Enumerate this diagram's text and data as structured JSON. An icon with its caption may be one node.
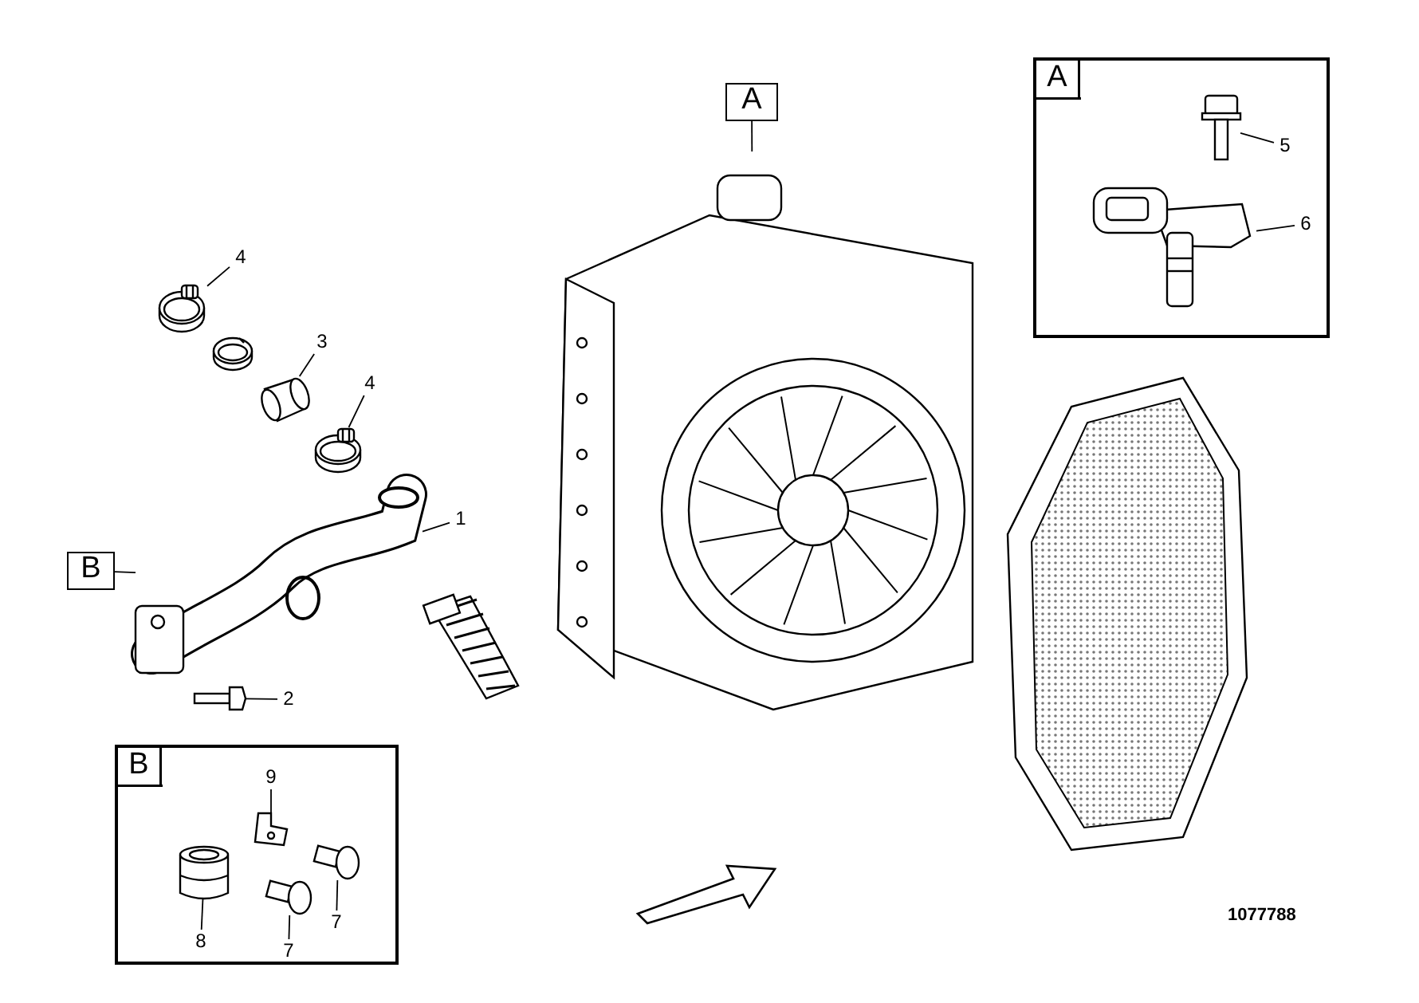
{
  "diagram": {
    "nodes": [
      {
        "text": [
          "A"
        ]
      },
      {
        "text": [
          "5"
        ],
        "in": 0
      },
      {
        "text": [
          "6"
        ],
        "in": 0
      },
      {
        "text": [],
        "shape": "picture",
        "in": 0
      },
      {
        "text": [],
        "shape": "picture",
        "in": 0
      },
      {
        "text": [
          "B"
        ]
      },
      {
        "text": [
          "9"
        ],
        "in": 5
      },
      {
        "text": [
          "7"
        ],
        "in": 5
      },
      {
        "text": [
          "8"
        ],
        "in": 5
      },
      {
        "text": [
          "7"
        ],
        "in": 5
      },
      {
        "text": [],
        "shape": "picture",
        "in": 5
      },
      {
        "text": [],
        "shape": "picture",
        "in": 5
      },
      {
        "text": [],
        "shape": "picture",
        "in": 5
      },
      {
        "text": [],
        "shape": "picture",
        "in": 5
      },
      {
        "text": [
          "A"
        ]
      },
      {
        "text": [
          "B"
        ]
      },
      {
        "text": [
          "4"
        ]
      },
      {
        "text": [
          "3"
        ]
      },
      {
        "text": [
          "4"
        ]
      },
      {
        "text": [
          "1"
        ]
      },
      {
        "text": [
          "2"
        ]
      },
      {
        "text": [],
        "shape": "picture"
      },
      {
        "text": [],
        "shape": "picture"
      },
      {
        "text": [],
        "shape": "picture"
      },
      {
        "text": [],
        "shape": "picture"
      },
      {
        "text": [],
        "shape": "picture"
      },
      {
        "text": [],
        "shape": "picture"
      },
      {
        "text": [],
        "shape": "picture"
      },
      {
        "text": [],
        "shape": "picture"
      },
      {
        "text": [],
        "shape": "picture"
      }
    ],
    "edges": [
      {
        "from": 1,
        "to": 3,
        "arrow": "none"
      },
      {
        "from": 2,
        "to": 4,
        "arrow": "none"
      },
      {
        "from": 6,
        "to": 10,
        "arrow": "none"
      },
      {
        "from": 7,
        "to": 11,
        "arrow": "none"
      },
      {
        "from": 8,
        "to": 12,
        "arrow": "none"
      },
      {
        "from": 9,
        "to": 13,
        "arrow": "none"
      },
      {
        "from": 14,
        "to": 27,
        "arrow": "none"
      },
      {
        "from": 15,
        "to": 25,
        "arrow": "none"
      },
      {
        "from": 16,
        "to": 21,
        "arrow": "none"
      },
      {
        "from": 17,
        "to": 23,
        "arrow": "none"
      },
      {
        "from": 18,
        "to": 24,
        "arrow": "none"
      },
      {
        "from": 19,
        "to": 25,
        "arrow": "none"
      },
      {
        "from": 20,
        "to": 26,
        "arrow": "none"
      }
    ],
    "labels": [
      "1077788"
    ]
  }
}
